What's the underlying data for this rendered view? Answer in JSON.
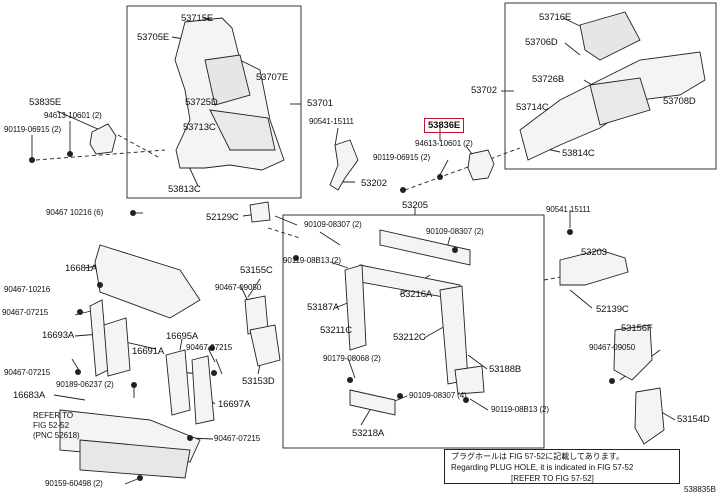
{
  "labels": {
    "p53715E": "53715E",
    "p53705E": "53705E",
    "p53707E": "53707E",
    "p53725D": "53725D",
    "p53713C": "53713C",
    "p53813C": "53813C",
    "p53701": "53701",
    "p53835E": "53835E",
    "b94613_10601_L": "94613-10601 (2)",
    "b90119_06915_L": "90119-06915 (2)",
    "b90541_15111_A": "90541-15111",
    "p53202": "53202",
    "p53836E": "53836E",
    "b94613_10601_R": "94613-10601 (2)",
    "b90119_06915_R": "90119-06915 (2)",
    "p53716E": "53716E",
    "p53706D": "53706D",
    "p53726B": "53726B",
    "p53708D": "53708D",
    "p53702": "53702",
    "p53714C": "53714C",
    "p53814C": "53814C",
    "b90467_10216_A": "90467 10216 (6)",
    "p52129C": "52129C",
    "p53205": "53205",
    "b90541_15111_B": "90541 15111",
    "b90109_08307_A": "90109-08307 (2)",
    "b90109_08307_B": "90109-08307 (2)",
    "b90119_08B13_A": "90119-08B13 (2)",
    "p53203": "53203",
    "p16681A": "16681A",
    "b90467_10216_B": "90467-10216",
    "p53155C": "53155C",
    "b90467_09050_A": "90467-09050",
    "p53216A": "53216A",
    "p52139C": "52139C",
    "b90467_07215_A": "90467-07215",
    "p53187A": "53187A",
    "p16693A": "16693A",
    "p53211C": "53211C",
    "p53212C": "53212C",
    "p53156F": "53156F",
    "b90467_09050_B": "90467-09050",
    "p16695A": "16695A",
    "b90467_07215_B": "90467-07215",
    "p16691A": "16691A",
    "b90179_08068": "90179-08068 (2)",
    "p53188B": "53188B",
    "b90467_07215_C": "90467-07215",
    "p53153D": "53153D",
    "b90189_06237": "90189-06237 (2)",
    "p16683A": "16683A",
    "p16697A": "16697A",
    "b90109_08307_C": "90109-08307 (4)",
    "b90119_08B13_B": "90119-08B13 (2)",
    "p53154D": "53154D",
    "p53218A": "53218A",
    "b90467_07215_D": "90467-07215",
    "b90159_60498": "90159-60498 (2)"
  },
  "refer_note": "REFER TO\nFIG 52-52\n(PNC 52618)",
  "plug_note": {
    "line1": "プラグホールは FIG 57-52に記載してあります。",
    "line2": "Regarding PLUG HOLE, it is indicated in FIG 57-52",
    "line3": "[REFER TO FIG 57-52]"
  },
  "diagram_code": "538835B",
  "colors": {
    "highlight": "#c8102e",
    "line": "#222222"
  }
}
